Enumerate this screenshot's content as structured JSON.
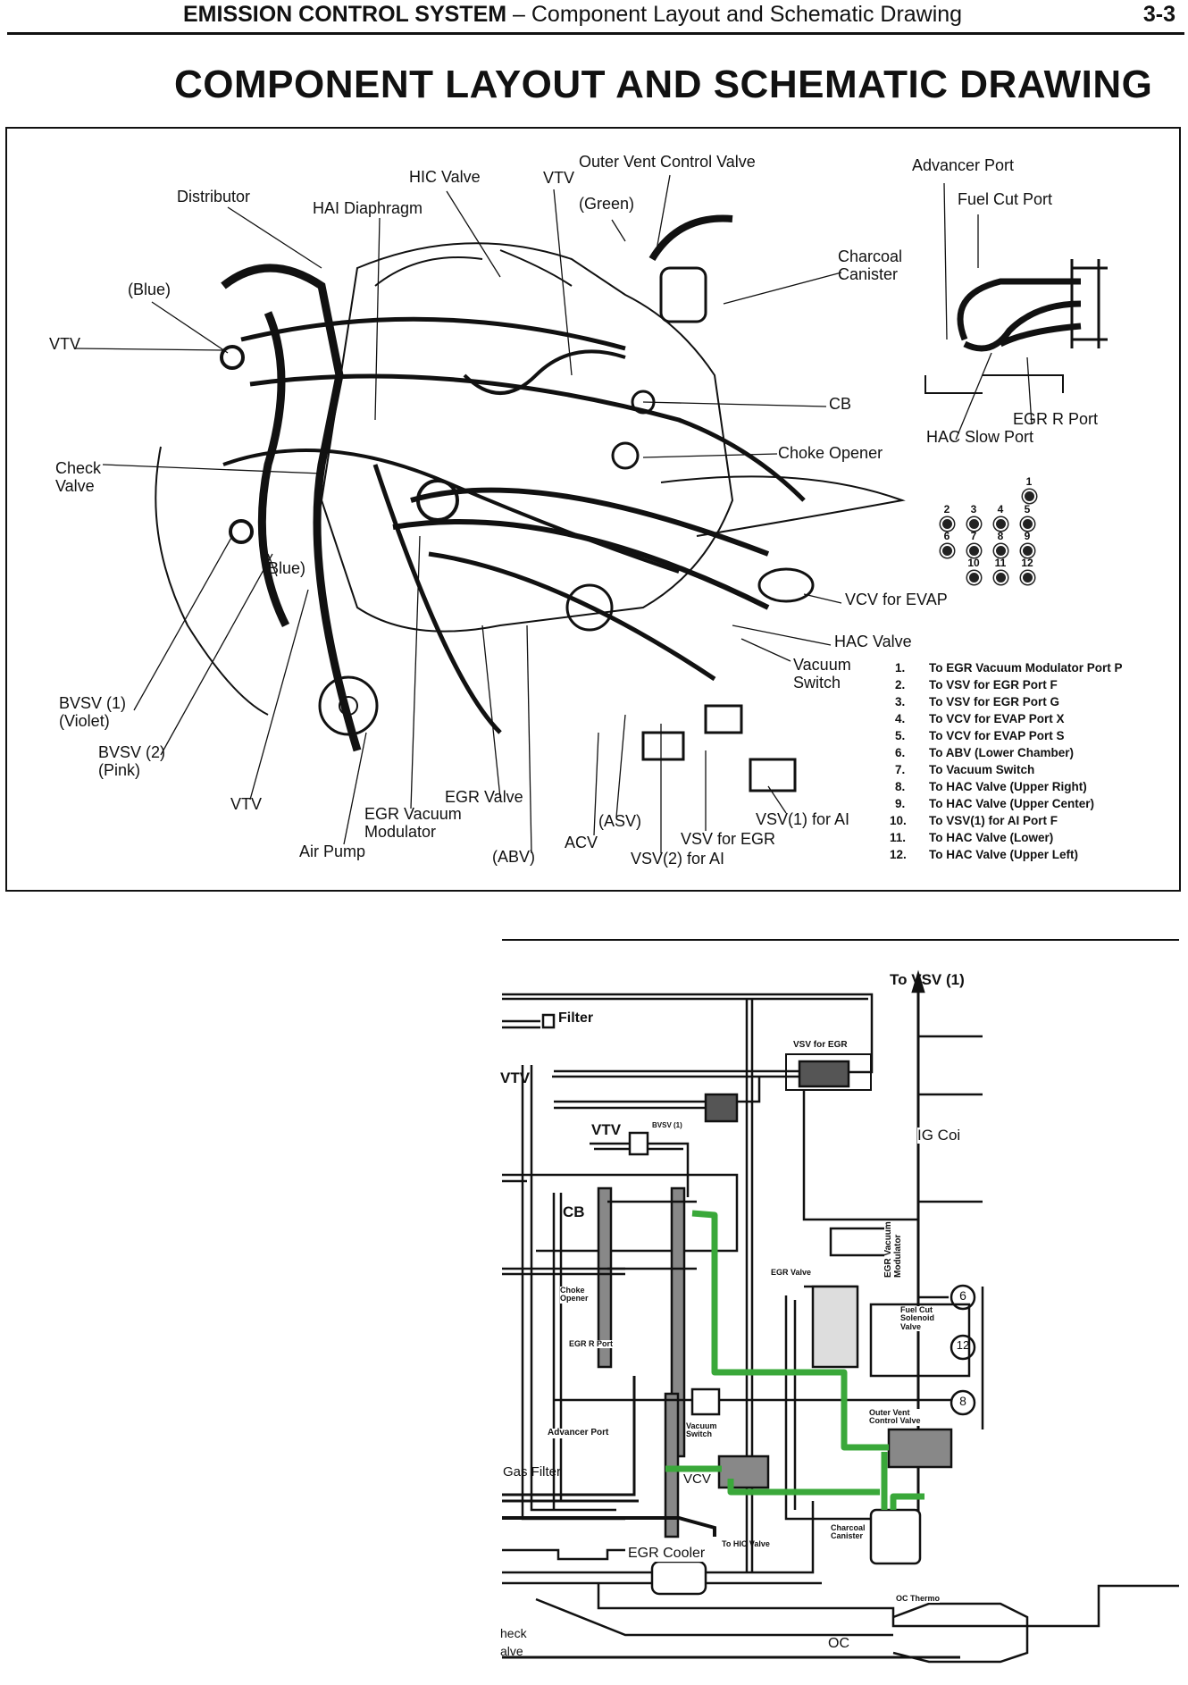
{
  "header": {
    "section": "EMISSION CONTROL SYSTEM",
    "subtitle": " – Component Layout and Schematic Drawing",
    "page": "3-3"
  },
  "title": "COMPONENT LAYOUT AND SCHEMATIC DRAWING",
  "layout_labels": {
    "distributor": "Distributor",
    "hic_valve": "HIC Valve",
    "hai_diaphragm": "HAI Diaphragm",
    "vtv_top": "VTV",
    "outer_vent": "Outer Vent Control Valve",
    "green": "(Green)",
    "charcoal": "Charcoal\nCanister",
    "advancer_port": "Advancer Port",
    "fuel_cut_port": "Fuel Cut Port",
    "blue_top": "(Blue)",
    "vtv_left": "VTV",
    "cb": "CB",
    "egr_r_port": "EGR R Port",
    "hac_slow_port": "HAC Slow Port",
    "check_valve": "Check\nValve",
    "choke_opener": "Choke Opener",
    "blue_mid": "(Blue)",
    "vcv_evap": "VCV for EVAP",
    "hac_valve": "HAC Valve",
    "vacuum_switch": "Vacuum\nSwitch",
    "bvsv1": "BVSV (1)\n(Violet)",
    "bvsv2": "BVSV (2)\n(Pink)",
    "vtv_bottom": "VTV",
    "egr_vac_mod": "EGR Vacuum\nModulator",
    "egr_valve": "EGR Valve",
    "air_pump": "Air Pump",
    "abv": "(ABV)",
    "acv": "ACV",
    "asv": "(ASV)",
    "vsv_egr": "VSV for EGR",
    "vsv2_ai": "VSV(2) for AI",
    "vsv1_ai": "VSV(1) for AI"
  },
  "port_numbers": [
    "1",
    "2",
    "3",
    "4",
    "5",
    "6",
    "7",
    "8",
    "9",
    "10",
    "11",
    "12"
  ],
  "legend": [
    {
      "num": "1.",
      "text": "To EGR Vacuum Modulator Port P"
    },
    {
      "num": "2.",
      "text": "To VSV for EGR Port F"
    },
    {
      "num": "3.",
      "text": "To VSV for EGR Port G"
    },
    {
      "num": "4.",
      "text": "To VCV for EVAP Port X"
    },
    {
      "num": "5.",
      "text": "To VCV for EVAP Port S"
    },
    {
      "num": "6.",
      "text": "To ABV (Lower Chamber)"
    },
    {
      "num": "7.",
      "text": "To Vacuum Switch"
    },
    {
      "num": "8.",
      "text": "To HAC Valve (Upper Right)"
    },
    {
      "num": "9.",
      "text": "To HAC Valve (Upper Center)"
    },
    {
      "num": "10.",
      "text": "To VSV(1) for AI Port F"
    },
    {
      "num": "11.",
      "text": "To HAC Valve (Lower)"
    },
    {
      "num": "12.",
      "text": "To HAC Valve (Upper Left)"
    }
  ],
  "schematic_labels": {
    "to_vsv1": "To VSV (1)",
    "filter": "Filter",
    "vtv_left": "VTV",
    "vsv_egr": "VSV for EGR",
    "vtv": "VTV",
    "bvsv1": "BVSV (1)",
    "ig_coil": "IG Coi",
    "cb": "CB",
    "choke_opener": "Choke\nOpener",
    "egr_valve": "EGR Valve",
    "egr_vac_mod": "EGR Vacuum\nModulator",
    "circle6": "6",
    "circle12": "12",
    "circle8": "8",
    "fuel_cut": "Fuel Cut\nSolenoid\nValve",
    "egr_r_port": "EGR R Port",
    "advancer_port": "Advancer Port",
    "vacuum_switch": "Vacuum\nSwitch",
    "gas_filter": "Gas Filter",
    "vcv": "VCV",
    "outer_vent": "Outer Vent\nControl Valve",
    "charcoal": "Charcoal\nCanister",
    "to_hic": "To HIC Valve",
    "egr_cooler": "EGR Cooler",
    "oc_thermo": "OC Thermo",
    "oc": "OC",
    "check_valve": "heck\nalve"
  },
  "colors": {
    "evap_hose": "#3aa83a",
    "ink": "#111111"
  }
}
